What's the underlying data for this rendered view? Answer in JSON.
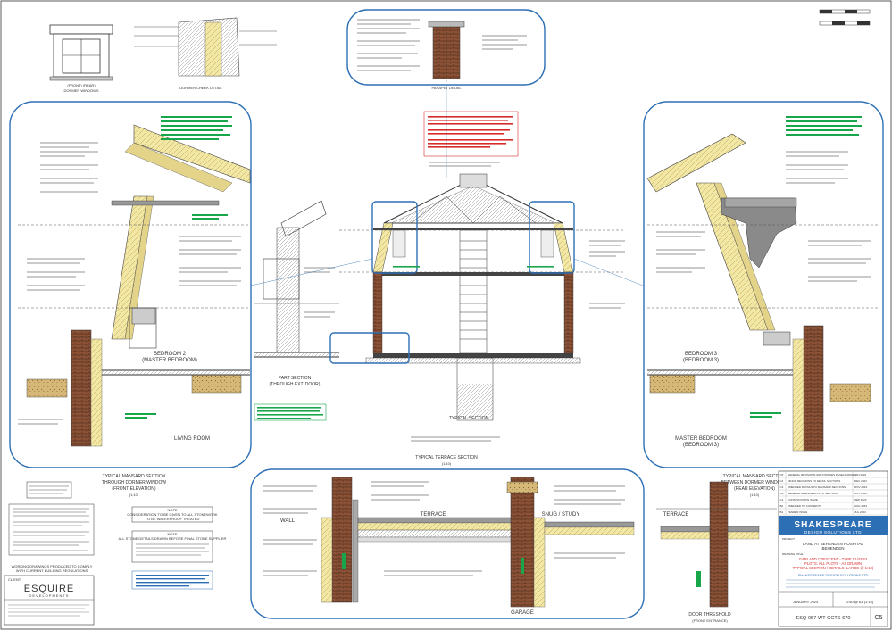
{
  "labels": {
    "bedroom2": "BEDROOM 2",
    "bedroom2_sub": "(MASTER BEDROOM)",
    "bedroom3": "BEDROOM 3",
    "bedroom3_sub": "(BEDROOM 3)",
    "living_room": "LIVING ROOM",
    "master_bedroom": "MASTER BEDROOM",
    "master_bedroom_sub": "(BEDROOM 3)",
    "terrace_left": "TERRACE",
    "terrace_right": "TERRACE",
    "snug": "SNUG / STUDY",
    "garage": "GARAGE",
    "wall": "WALL",
    "door_threshold": "DOOR THRESHOLD",
    "door_threshold_sub": "(FRONT ENTRANCE)"
  },
  "titles": {
    "dormer": "(FRONT)          (REAR)",
    "dormer_sub": "DORMER WINDOWS",
    "dormer_cheek": "DORMER CHEEK DETAIL",
    "parapet": "PARAPET DETAIL",
    "mansard_front": "TYPICAL MANSARD SECTION",
    "mansard_front_2": "THROUGH DORMER WINDOW",
    "mansard_front_3": "(FRONT ELEVATION)",
    "mansard_front_scale": "(1:10)",
    "part_section": "PART SECTION",
    "part_section_sub": "(THROUGH EXT. DOOR)",
    "typical_section": "TYPICAL SECTION",
    "typical_terrace": "TYPICAL TERRACE SECTION",
    "typical_terrace_scale": "(1:10)",
    "mansard_rear": "TYPICAL MANSARD SECTION",
    "mansard_rear_2": "BETWEEN DORMER WINDOWS",
    "mansard_rear_3": "(REAR ELEVATION)",
    "mansard_rear_scale": "(1:10)"
  },
  "notes": {
    "working_drawings": "WORKING DRAWINGS PRODUCED TO COMPLY",
    "working_drawings_2": "WITH CURRENT BUILDING REGULATIONS",
    "note_head": "NOTE",
    "note_body_1": "CONSIDERATION TO BE GIVEN TO ALL STONEWORK",
    "note_body_2": "TO BE WATERPROOF TREATED",
    "note2_head": "NOTE",
    "note2_body": "ALL STONE DETAILS DRAWN BEFORE FINAL STONE SUPPLIER"
  },
  "client": {
    "label": "CLIENT",
    "name": "ESQUIRE",
    "sub": "DEVELOPMENTS"
  },
  "company": {
    "name": "SHAKESPEARE",
    "sub": "DESIGN SOLUTIONS LTD",
    "footer_name": "SHAKESPEARE DESIGN SOLUTIONS LTD"
  },
  "project": {
    "label": "PROJECT",
    "name": "LAND AT BEHENDEN HOSPITAL",
    "name_2": "BEHENDEN",
    "drawing_label": "DRAWING TITLE",
    "title_1": "GARLAND CRESCENT - TYPE 51/42/52",
    "title_2": "PLOTS: ALL PLOTS - AS DRAWN",
    "title_3": "TYPICAL SECTION / DETAILS (LARGE @ 1:10)"
  },
  "titleblock": {
    "date": "JANUARY 2024",
    "scale": "1:50 @ A1 (1:10)",
    "drawing_no": "ESQ-057-WT-GCTS-670",
    "rev": "C5"
  },
  "revisions": [
    {
      "rev": "C5",
      "desc": "GENERAL REVISIONS AND FINISHES PANELS ADDED",
      "date": "JAN 2024"
    },
    {
      "rev": "C4",
      "desc": "MINOR REVISIONS TO DETAIL SECTIONS",
      "date": "DEC 2023"
    },
    {
      "rev": "C3",
      "desc": "AMENDED DETAILS TO MANSARD SECTIONS",
      "date": "NOV 2023"
    },
    {
      "rev": "C2",
      "desc": "GENERAL AMENDMENTS TO SECTIONS",
      "date": "OCT 2023"
    },
    {
      "rev": "C1",
      "desc": "CONSTRUCTION ISSUE",
      "date": "SEP 2023"
    },
    {
      "rev": "B2",
      "desc": "AMENDED TO COMMENTS",
      "date": "AUG 2023"
    },
    {
      "rev": "B1",
      "desc": "TENDER ISSUE",
      "date": "JUL 2023"
    }
  ],
  "colors": {
    "frame": "#2d6fb5",
    "note_green": "#18a64b",
    "note_red": "#d62b2b",
    "brick": "#9a5a3a",
    "stone": "#c9a96a",
    "insulation": "#f2e7a8",
    "company_blue": "#2d6fb5"
  }
}
